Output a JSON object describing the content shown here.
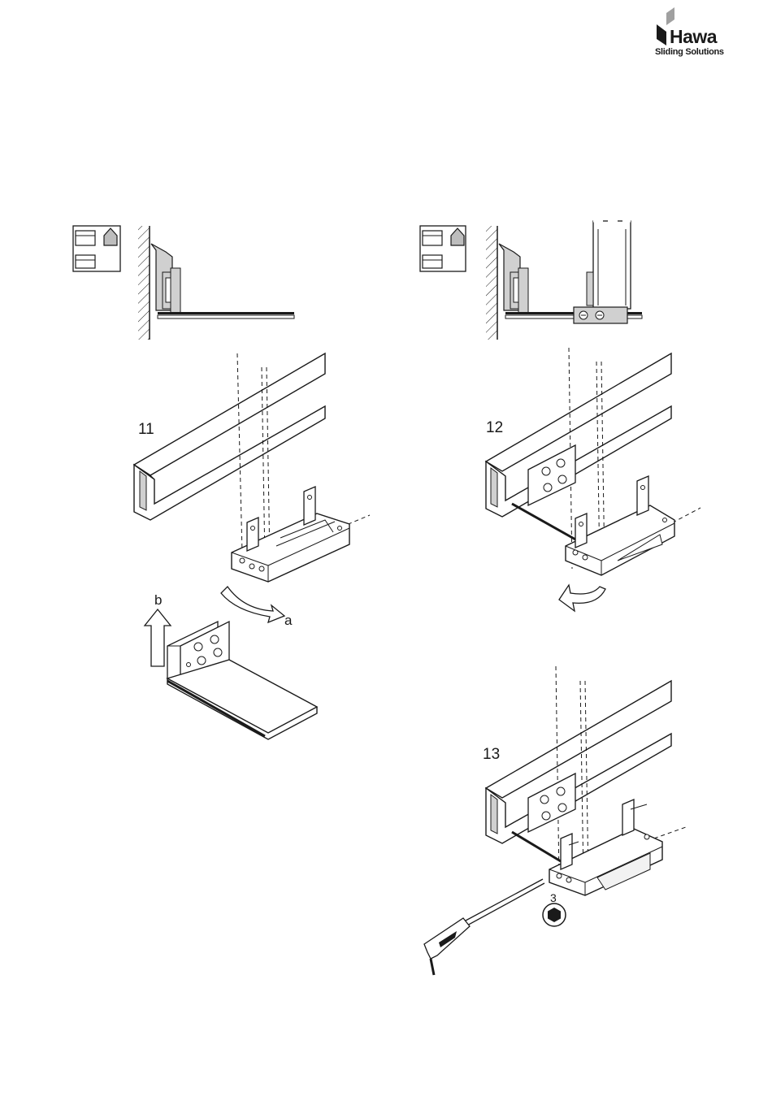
{
  "brand": {
    "name": "Hawa",
    "tagline": "Sliding Solutions",
    "accent": "#1a1a1a",
    "mark_color": "#9a9a9a"
  },
  "steps": [
    {
      "number": "11",
      "arrow_labels": [
        "a",
        "b"
      ]
    },
    {
      "number": "12"
    },
    {
      "number": "13",
      "tool_size": "3"
    }
  ],
  "colors": {
    "line": "#1a1a1a",
    "part_fill": "#d0d0d0",
    "panel_fill": "#f2f2f2"
  }
}
